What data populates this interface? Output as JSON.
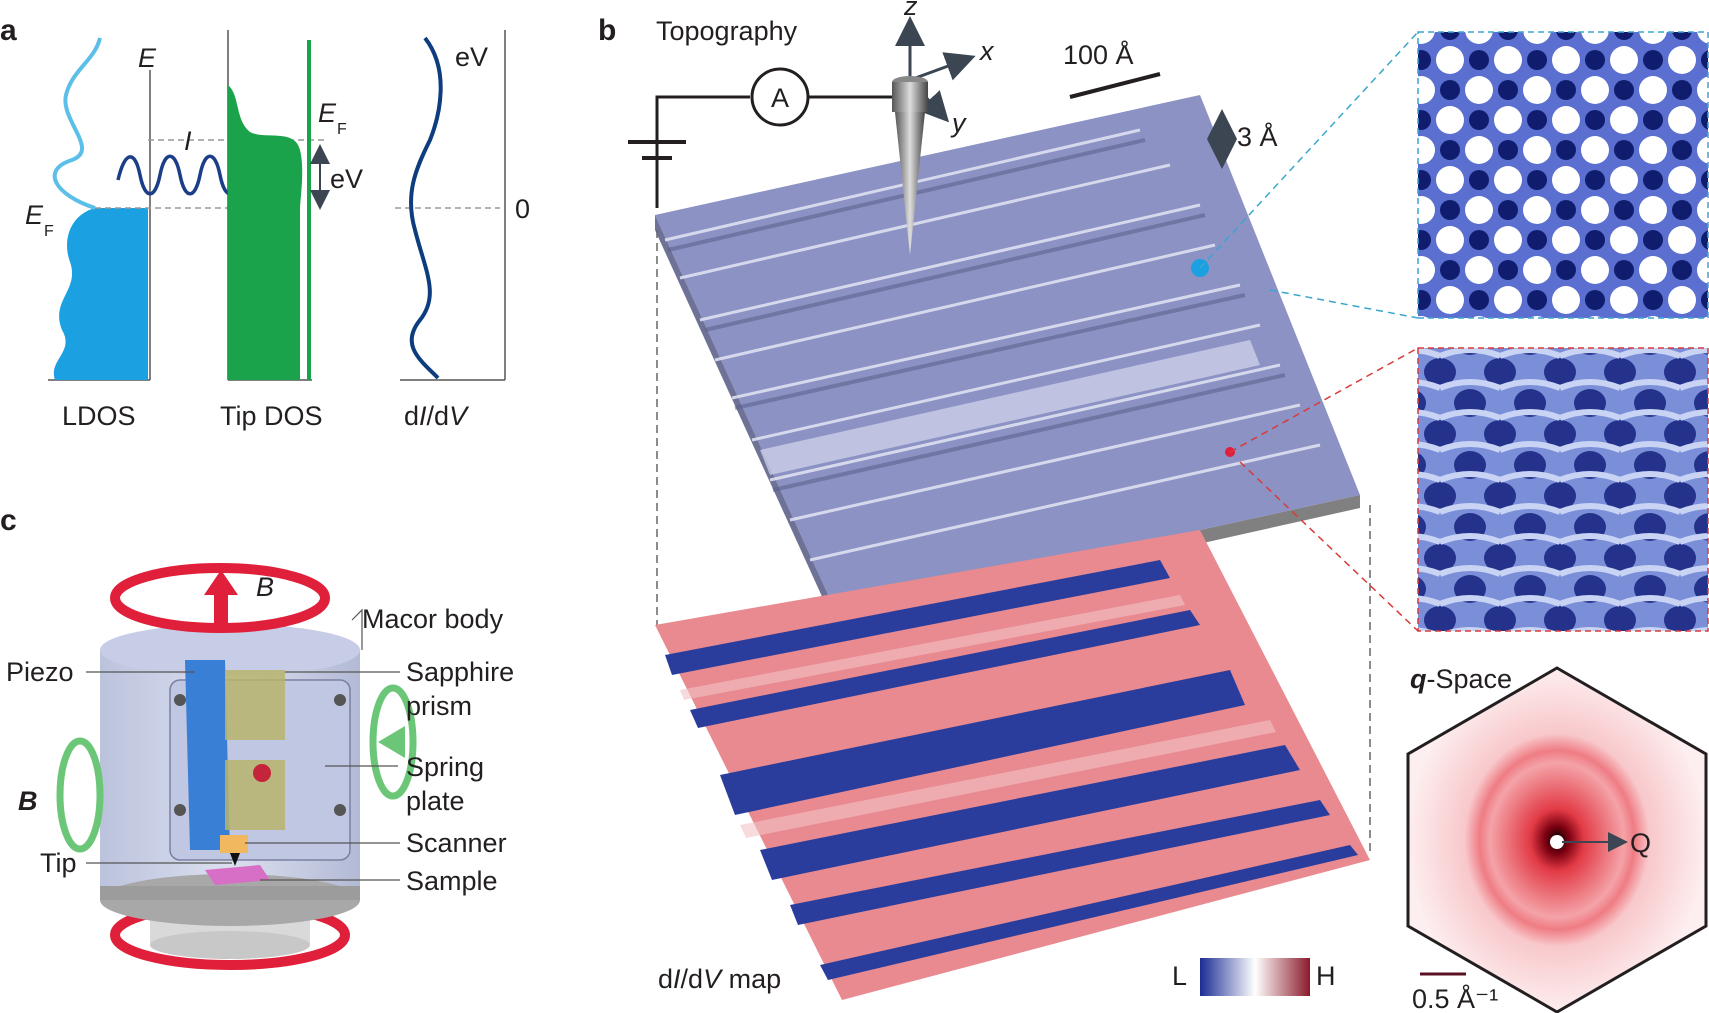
{
  "panels": {
    "a": {
      "label": "a",
      "axis_energy_label": "E",
      "fermi_label": "E",
      "fermi_subscript": "F",
      "tip_fermi_label": "E",
      "tip_fermi_subscript": "F",
      "current_label": "I",
      "bias_label": "eV",
      "didv_axis_label": "eV",
      "zero_label": "0",
      "ldos_label": "LDOS",
      "tip_dos_label": "Tip DOS",
      "didv_label": "dI/dV"
    },
    "b": {
      "label": "b",
      "topography_label": "Topography",
      "ammeter_label": "A",
      "axis_z": "z",
      "axis_x": "x",
      "axis_y": "y",
      "scalebar_label": "100 Å",
      "height_label": "3 Å",
      "map_label": "dI/dV map",
      "colorbar_low": "L",
      "colorbar_high": "H",
      "qspace_label": "q-Space",
      "qspace_bold": "q",
      "qspace_rest": "-Space",
      "q_label": "Q",
      "q_scalebar_label": "0.5 Å⁻¹"
    },
    "c": {
      "label": "c",
      "field_label_top": "B",
      "field_label_left": "B",
      "macor_body": "Macor body",
      "piezo": "Piezo",
      "sapphire_prism_1": "Sapphire",
      "sapphire_prism_2": "prism",
      "spring_plate_1": "Spring",
      "spring_plate_2": "plate",
      "scanner": "Scanner",
      "tip": "Tip",
      "sample": "Sample"
    }
  },
  "colors": {
    "ldos_blue": "#1ba1e2",
    "ldos_light_blue": "#5bbfe8",
    "tip_green": "#1aa34a",
    "didv_navy": "#0e3d7f",
    "map_red": "#e88a8f",
    "map_blue": "#2b3d9c",
    "topo_surface": "#8c92c4",
    "coil_red": "#e0203a",
    "coil_green": "#6cc678",
    "cyan_dashed": "#3aa6cf",
    "red_dashed": "#d93a3a"
  }
}
